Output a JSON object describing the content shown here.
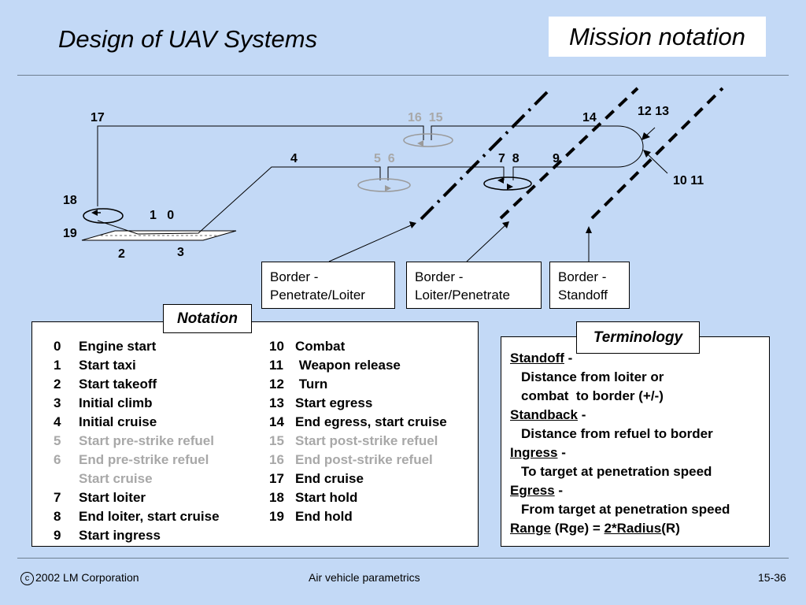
{
  "header": {
    "title": "Design of UAV Systems",
    "section": "Mission notation"
  },
  "diagram": {
    "point_labels": {
      "p17": "17",
      "p16_15": "16  15",
      "p14": "14",
      "p12_13": "12 13",
      "p4": "4",
      "p5_6": "5  6",
      "p7_8": "7  8",
      "p9": "9",
      "p10_11": "10 11",
      "p18": "18",
      "p1_0": "1   0",
      "p19": "19",
      "p2": "2",
      "p3": "3"
    },
    "borders": [
      {
        "line1": "Border -",
        "line2": "Penetrate/Loiter"
      },
      {
        "line1": "Border -",
        "line2": "Loiter/Penetrate"
      },
      {
        "line1": "Border -",
        "line2": "Standoff"
      }
    ]
  },
  "notation": {
    "title": "Notation",
    "left": [
      {
        "num": "0",
        "text": "Engine start",
        "grey": false
      },
      {
        "num": "1",
        "text": "Start taxi",
        "grey": false
      },
      {
        "num": "2",
        "text": "Start takeoff",
        "grey": false
      },
      {
        "num": "3",
        "text": "Initial climb",
        "grey": false
      },
      {
        "num": "4",
        "text": "Initial cruise",
        "grey": false
      },
      {
        "num": "5",
        "text": "Start pre-strike refuel",
        "grey": true
      },
      {
        "num": "6",
        "text": "End pre-strike refuel",
        "grey": true
      },
      {
        "num": "",
        "text": "Start cruise",
        "grey": true
      },
      {
        "num": "7",
        "text": "Start loiter",
        "grey": false
      },
      {
        "num": "8",
        "text": "End loiter, start cruise",
        "grey": false
      },
      {
        "num": "9",
        "text": "Start ingress",
        "grey": false
      }
    ],
    "right": [
      {
        "num": "10",
        "text": "Combat",
        "grey": false
      },
      {
        "num": "11",
        "text": " Weapon release",
        "grey": false
      },
      {
        "num": "12",
        "text": " Turn",
        "grey": false
      },
      {
        "num": "13",
        "text": "Start egress",
        "grey": false
      },
      {
        "num": "14",
        "text": "End egress, start cruise",
        "grey": false
      },
      {
        "num": "15",
        "text": "Start post-strike refuel",
        "grey": true
      },
      {
        "num": "16",
        "text": "End post-strike refuel",
        "grey": true
      },
      {
        "num": "17",
        "text": "End cruise",
        "grey": false
      },
      {
        "num": "18",
        "text": "Start hold",
        "grey": false
      },
      {
        "num": "19",
        "text": "End hold",
        "grey": false
      }
    ]
  },
  "terminology": {
    "title": "Terminology",
    "standoff_term": "Standoff",
    "standoff_def": "Distance from loiter or",
    "standoff_def2": "combat  to border (+/-)",
    "standback_term": "Standback",
    "standback_def": "Distance from refuel to border",
    "ingress_term": "Ingress",
    "ingress_def": "To target at penetration speed",
    "egress_term": "Egress",
    "egress_def": "From target at penetration speed",
    "range_term": "Range",
    "range_mid": " (Rge) = ",
    "range_formula": "2*Radius",
    "range_end": "(R)",
    "dash": " -"
  },
  "footer": {
    "copyright_symbol": "c",
    "copyright": "2002 LM Corporation",
    "center": "Air vehicle parametrics",
    "page": "15-36"
  }
}
